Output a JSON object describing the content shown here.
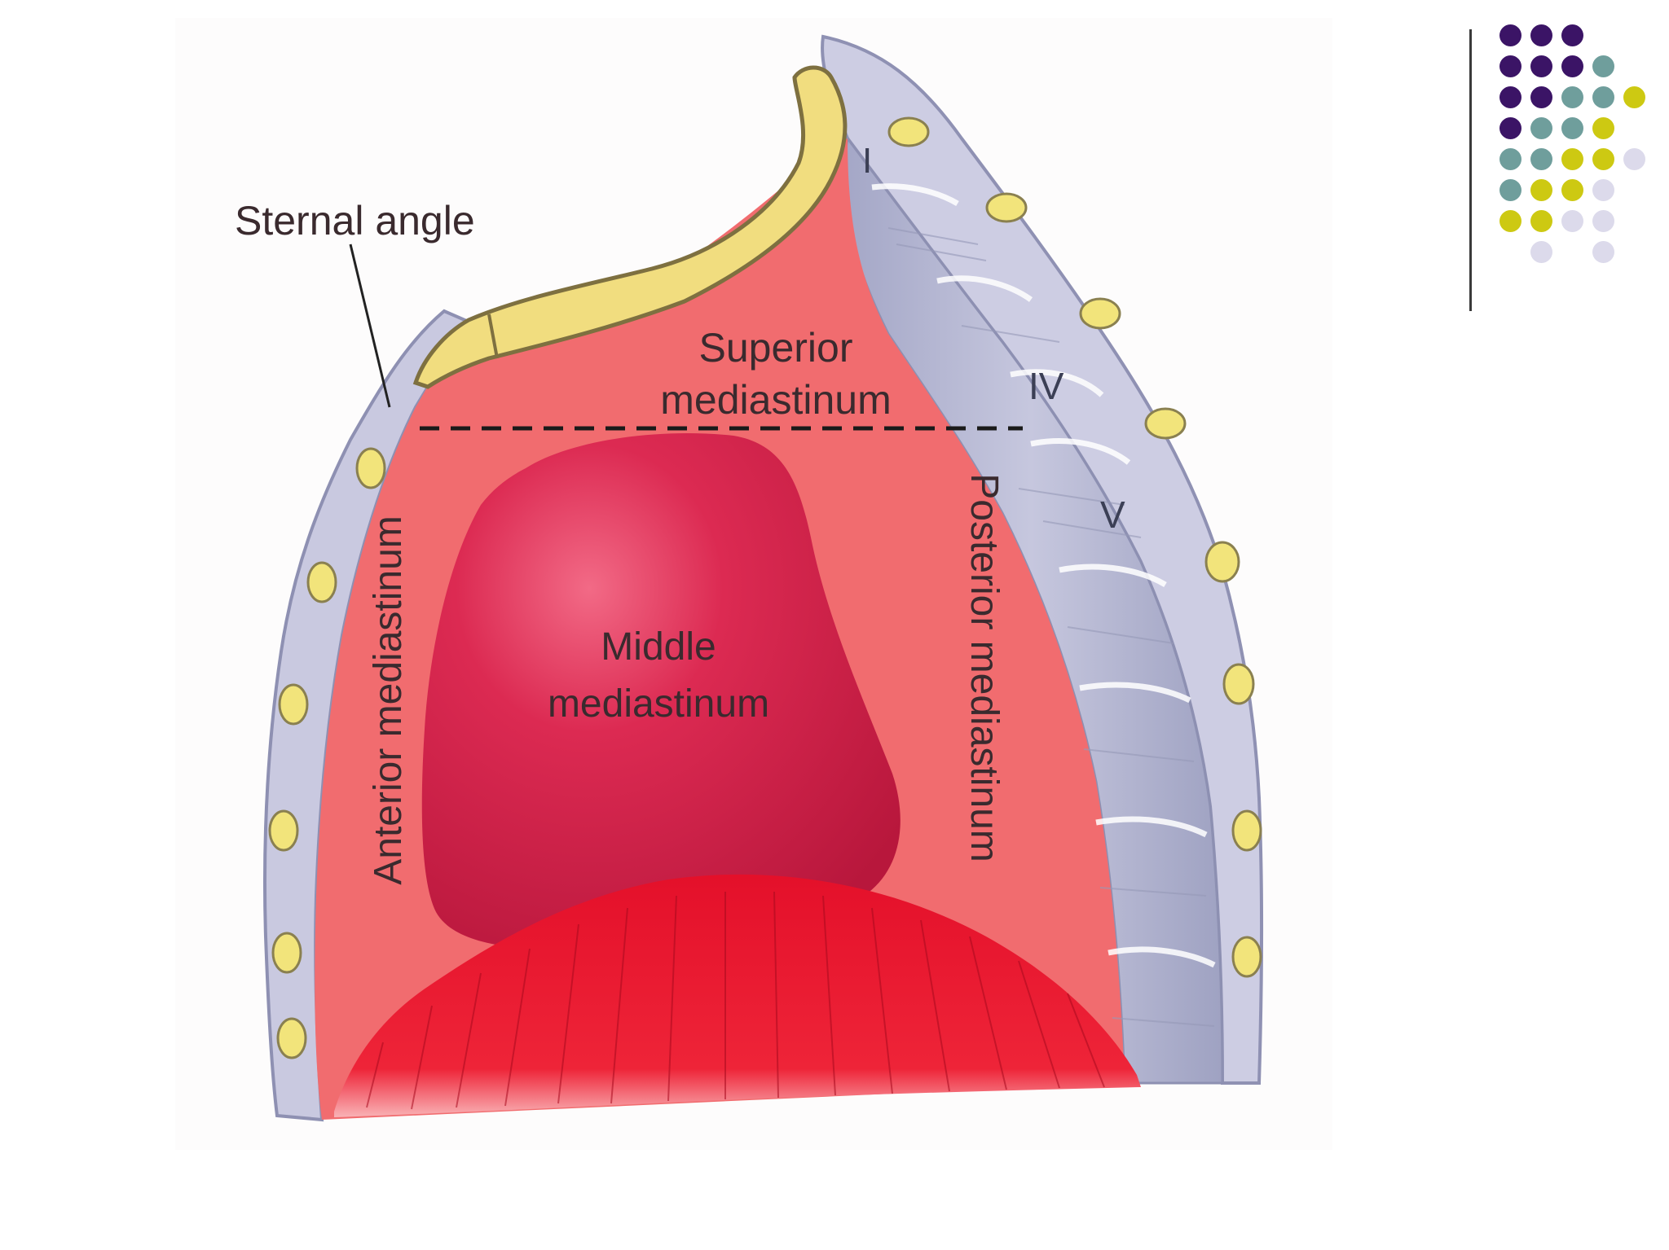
{
  "labels": {
    "sternal_angle": "Sternal angle",
    "superior_line1": "Superior",
    "superior_line2": "mediastinum",
    "middle_line1": "Middle",
    "middle_line2": "mediastinum",
    "anterior": "Anterior mediastinum",
    "posterior": "Posterior mediastinum"
  },
  "vertebra_labels": {
    "first": "I",
    "fourth": "IV",
    "fifth": "V"
  },
  "colors": {
    "purple": "#3b1466",
    "teal": "#6f9e9c",
    "olive": "#cdc912",
    "lavender": "#dcdaeb",
    "mediastinum": "#f36a6e",
    "heart": "#d4214a",
    "diaphragm": "#e8132d",
    "sternum": "#f0d97a",
    "spine": "#b7b8d4"
  },
  "decor": {
    "dot_rows": [
      [
        "purple",
        "purple",
        "purple"
      ],
      [
        "purple",
        "purple",
        "purple",
        "teal"
      ],
      [
        "purple",
        "purple",
        "teal",
        "teal",
        "olive"
      ],
      [
        "purple",
        "teal",
        "teal",
        "olive"
      ],
      [
        "teal",
        "teal",
        "olive",
        "olive",
        "lavender"
      ],
      [
        "teal",
        "olive",
        "olive",
        "lavender"
      ],
      [
        "olive",
        "olive",
        "lavender",
        "lavender"
      ],
      [
        "lavender",
        "lavender"
      ]
    ]
  }
}
